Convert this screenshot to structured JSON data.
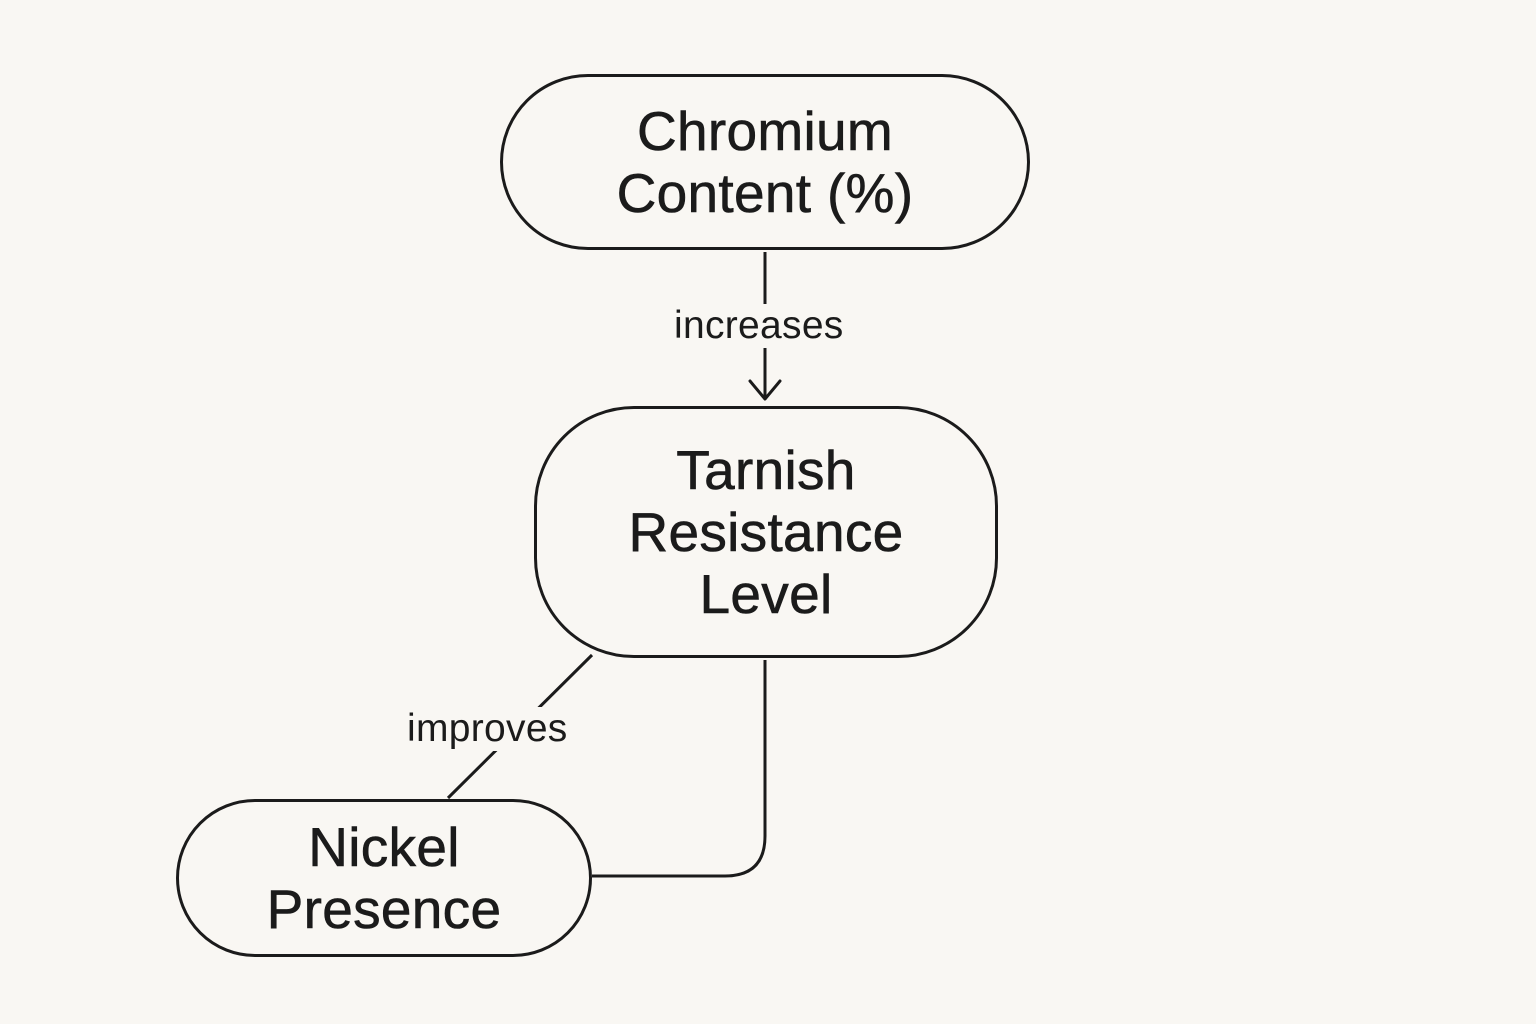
{
  "diagram": {
    "nodes": {
      "chromium": {
        "lines": [
          "Chromium",
          "Content (%)"
        ]
      },
      "tarnish": {
        "lines": [
          "Tarnish",
          "Resistance",
          "Level"
        ]
      },
      "nickel": {
        "lines": [
          "Nickel",
          "Presence"
        ]
      }
    },
    "edges": {
      "chromium_to_tarnish": {
        "label": "increases",
        "from": "chromium",
        "to": "tarnish",
        "arrow": true
      },
      "nickel_to_tarnish": {
        "label": "improves",
        "from": "nickel",
        "to": "tarnish",
        "arrow": false
      },
      "tarnish_to_nickel": {
        "label": "",
        "from": "tarnish",
        "to": "nickel",
        "arrow": false
      }
    },
    "colors": {
      "background": "#f9f7f3",
      "stroke": "#1b1b1b"
    }
  }
}
